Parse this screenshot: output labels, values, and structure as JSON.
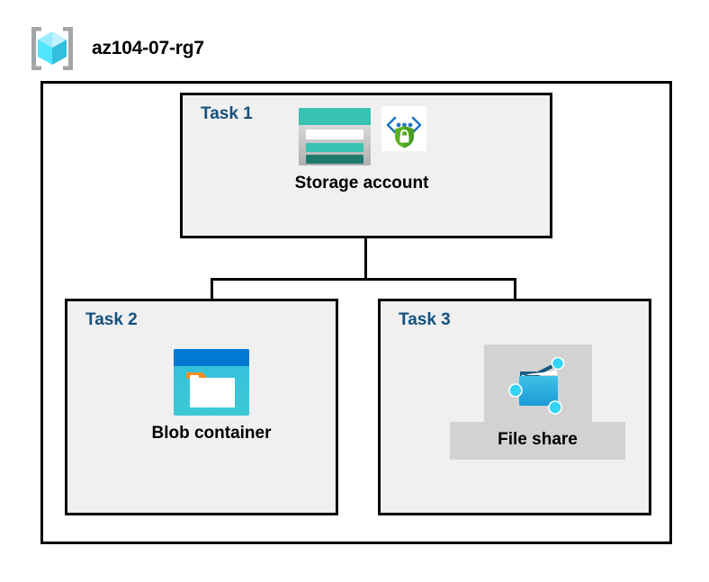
{
  "header": {
    "icon": "resource-group-cube-icon",
    "title": "az104-07-rg7"
  },
  "diagram": {
    "type": "azure-architecture",
    "container_label": "resource-group-boundary",
    "tasks": [
      {
        "id": "task-1",
        "label": "Task 1",
        "node": {
          "caption": "Storage account",
          "icons": [
            "storage-account-icon",
            "secure-endpoint-shield-icon"
          ],
          "highlighted": false
        }
      },
      {
        "id": "task-2",
        "label": "Task 2",
        "node": {
          "caption": "Blob container",
          "icons": [
            "blob-container-icon"
          ],
          "highlighted": false
        }
      },
      {
        "id": "task-3",
        "label": "Task 3",
        "node": {
          "caption": "File share",
          "icons": [
            "file-share-icon"
          ],
          "highlighted": true
        }
      }
    ],
    "connectors": [
      {
        "name": "storage-to-bus-trunk",
        "from": "task-1",
        "to": "branch-bus"
      },
      {
        "name": "branch-bus",
        "from": "branch-bus",
        "to": "branch-bus"
      },
      {
        "name": "bus-to-blob-container",
        "from": "branch-bus",
        "to": "task-2"
      },
      {
        "name": "bus-to-file-share",
        "from": "branch-bus",
        "to": "task-3"
      }
    ]
  },
  "colors": {
    "task_label": "#12517e",
    "box_border": "#000000",
    "task_fill": "#f0f0f0",
    "highlight_plate": "#d2d2d2",
    "storage_teal": "#37c2b1",
    "storage_teal_dark": "#1f7a6e",
    "blob_blue": "#0078d4",
    "blob_cyan": "#32bedd",
    "blob_orange": "#f78d1e",
    "shield_green": "#5cb327",
    "cube_cyan": "#50e6ff",
    "bracket_gray": "#a0a3a6"
  }
}
